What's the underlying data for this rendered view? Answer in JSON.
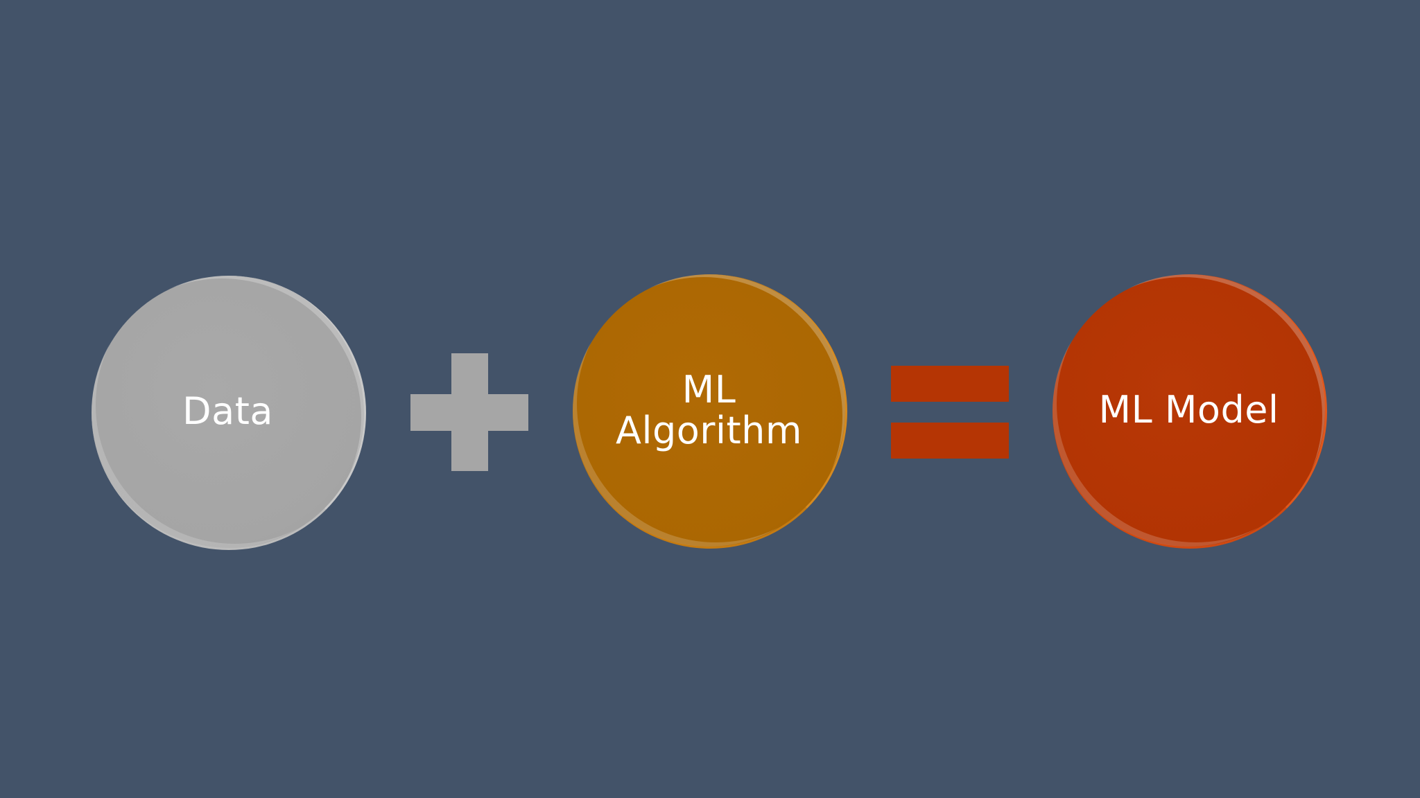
{
  "diagram": {
    "nodes": [
      {
        "id": "data",
        "label_lines": [
          "Data"
        ],
        "color": "#a5a5a5"
      },
      {
        "id": "ml-algorithm",
        "label_lines": [
          "ML",
          "Algorithm"
        ],
        "color": "#ab6702"
      },
      {
        "id": "ml-model",
        "label_lines": [
          "ML Model"
        ],
        "color": "#b23403"
      }
    ],
    "operators": [
      {
        "id": "plus",
        "symbol": "+",
        "color": "#a6a6a6"
      },
      {
        "id": "equals",
        "symbol": "=",
        "color": "#b53504"
      }
    ],
    "background": "#435369"
  }
}
